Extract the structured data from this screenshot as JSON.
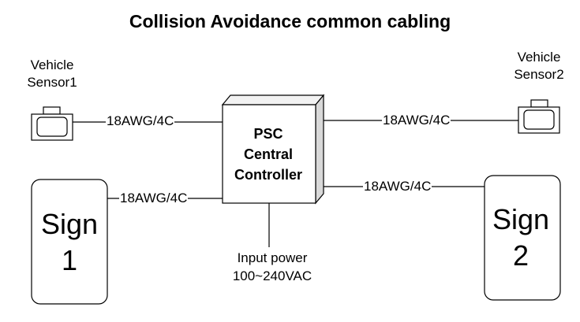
{
  "title": "Collision Avoidance common cabling",
  "sensor1": {
    "line1": "Vehicle",
    "line2": "Sensor1",
    "icon": "vehicle-sensor-icon"
  },
  "sensor2": {
    "line1": "Vehicle",
    "line2": "Sensor2",
    "icon": "vehicle-sensor-icon"
  },
  "controller": {
    "line1": "PSC",
    "line2": "Central",
    "line3": "Controller"
  },
  "sign1": {
    "line1": "Sign",
    "line2": "1"
  },
  "sign2": {
    "line1": "Sign",
    "line2": "2"
  },
  "cables": {
    "sensor1": "18AWG/4C",
    "sign1": "18AWG/4C",
    "sensor2": "18AWG/4C",
    "sign2": "18AWG/4C"
  },
  "power": {
    "line1": "Input power",
    "line2": "100~240VAC"
  }
}
